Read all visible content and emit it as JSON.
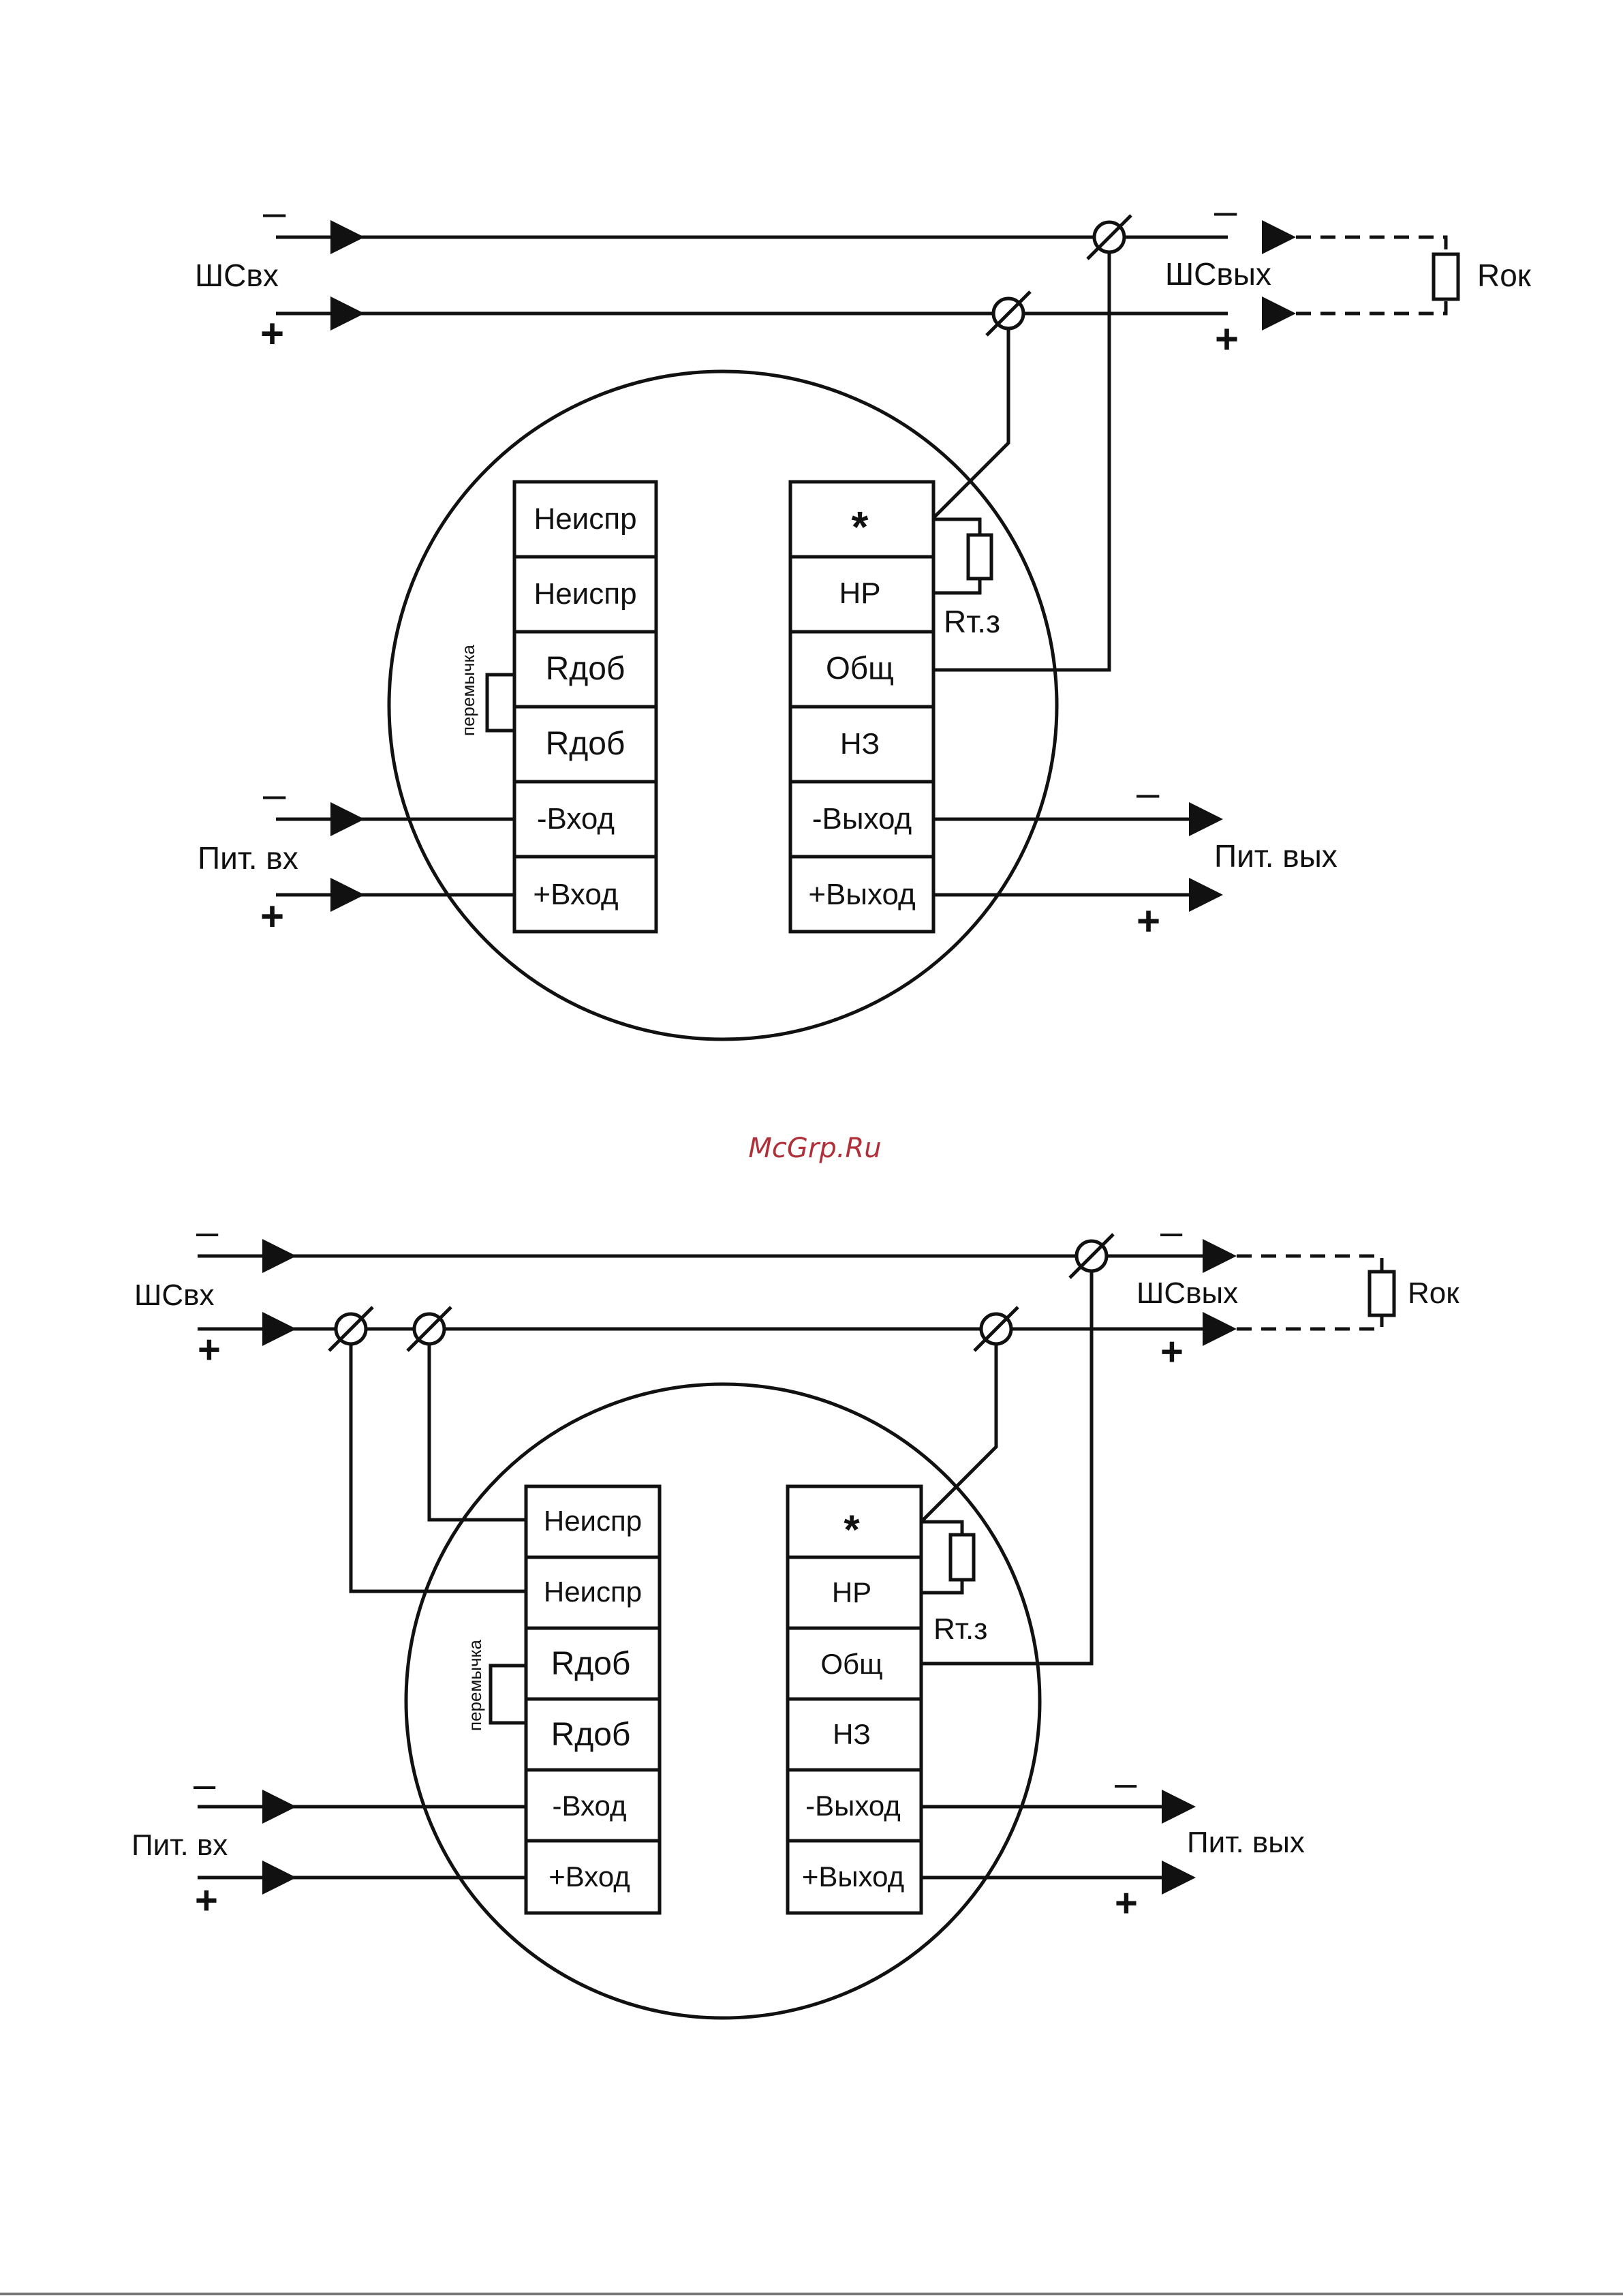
{
  "watermark": "McGrp.Ru",
  "diagrams": [
    {
      "loop_in": "ШСвх",
      "loop_out": "ШСвых",
      "r_end": "Rок",
      "r_tz": "Rт.з",
      "jumper": "перемычка",
      "power_in": "Пит. вх",
      "power_out": "Пит. вых",
      "minus": "–",
      "plus": "+",
      "left_terminals": [
        "Неиспр",
        "Неиспр",
        "Rдоб",
        "Rдоб",
        "-Вход",
        "+Вход"
      ],
      "right_terminals": [
        "*",
        "НР",
        "Общ",
        "НЗ",
        "-Выход",
        "+Выход"
      ]
    },
    {
      "loop_in": "ШСвх",
      "loop_out": "ШСвых",
      "r_end": "Rок",
      "r_tz": "Rт.з",
      "jumper": "перемычка",
      "power_in": "Пит. вх",
      "power_out": "Пит. вых",
      "minus": "–",
      "plus": "+",
      "left_terminals": [
        "Неиспр",
        "Неиспр",
        "Rдоб",
        "Rдоб",
        "-Вход",
        "+Вход"
      ],
      "right_terminals": [
        "*",
        "НР",
        "Общ",
        "НЗ",
        "-Выход",
        "+Выход"
      ]
    }
  ]
}
